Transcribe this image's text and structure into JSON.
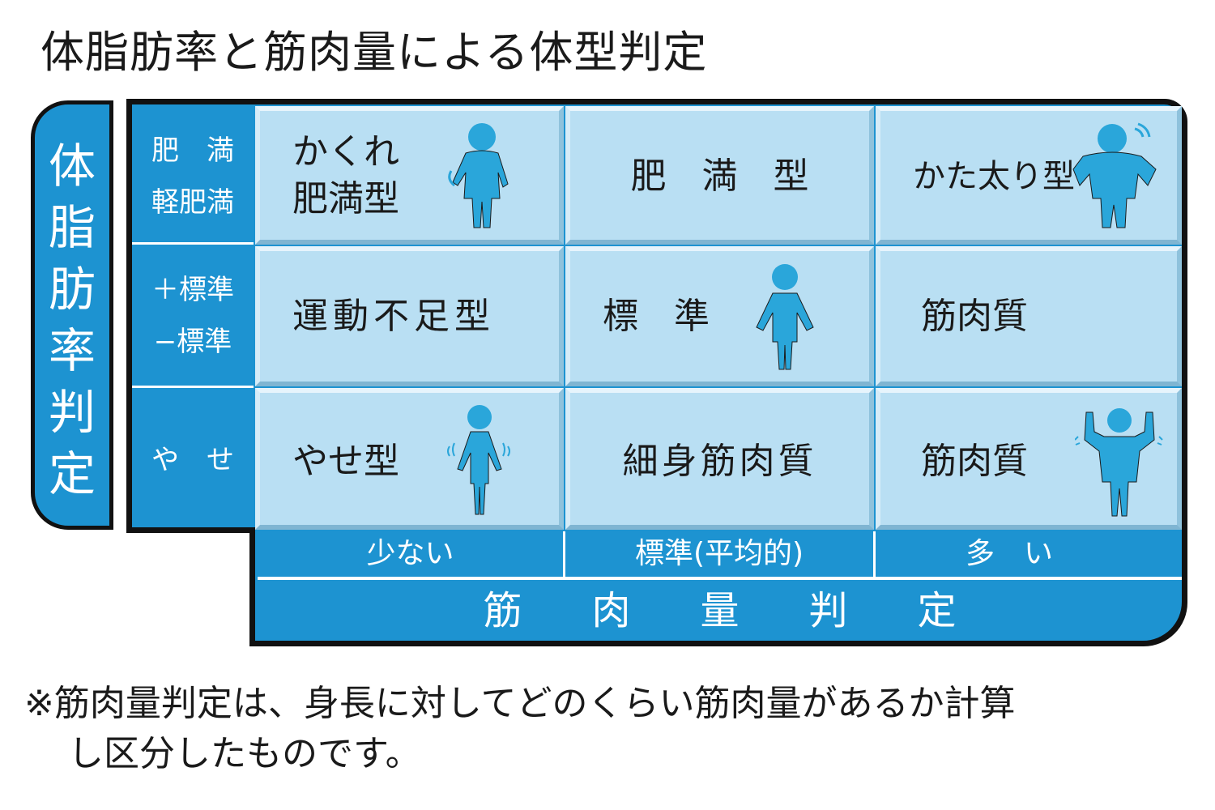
{
  "title": "体脂肪率と筋肉量による体型判定",
  "y_axis": {
    "label_chars": [
      "体",
      "脂",
      "肪",
      "率",
      "判",
      "定"
    ]
  },
  "rows": [
    {
      "labels": [
        "肥　満",
        "軽肥満"
      ]
    },
    {
      "labels": [
        "＋標準",
        "−標準"
      ]
    },
    {
      "labels": [
        "や　せ"
      ]
    }
  ],
  "columns": [
    {
      "label": "少ない"
    },
    {
      "label": "標準(平均的)"
    },
    {
      "label": "多　い"
    }
  ],
  "x_axis": {
    "label": "筋肉量判定"
  },
  "cells": [
    {
      "lines": [
        "かくれ",
        "肥満型"
      ],
      "icon": "hidden-obese-person-icon"
    },
    {
      "lines": [
        "肥　満　型"
      ]
    },
    {
      "lines": [
        "かた太り型"
      ],
      "icon": "stocky-person-icon"
    },
    {
      "lines": [
        "運動不足型"
      ]
    },
    {
      "lines": [
        "標　準"
      ],
      "icon": "standard-person-icon"
    },
    {
      "lines": [
        "筋肉質"
      ]
    },
    {
      "lines": [
        "やせ型"
      ],
      "icon": "thin-person-icon"
    },
    {
      "lines": [
        "細身筋肉質"
      ]
    },
    {
      "lines": [
        "筋肉質"
      ],
      "icon": "muscular-person-icon"
    }
  ],
  "note": {
    "line1": "※筋肉量判定は、身長に対してどのくらい筋肉量があるか計算",
    "line2": "し区分したものです。"
  },
  "colors": {
    "accent": "#1d93d1",
    "cell": "#b9dff3",
    "figure": "#2aa6da",
    "frame": "#111111"
  }
}
